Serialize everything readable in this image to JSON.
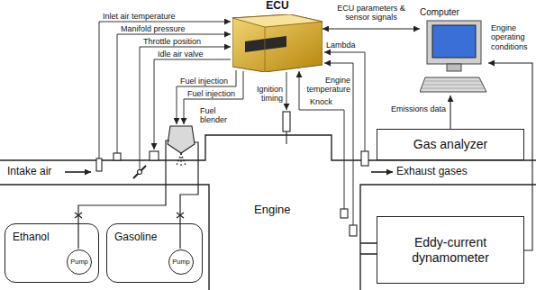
{
  "diagram": {
    "nodes": [
      {
        "text": [
          "ECU"
        ]
      },
      {
        "text": [
          "Computer"
        ]
      },
      {
        "text": [
          "Gas analyzer"
        ]
      },
      {
        "text": [
          "Eddy-current dynamometer"
        ]
      },
      {
        "text": [
          "Ethanol"
        ]
      },
      {
        "text": [
          "Pump"
        ],
        "in": 4
      },
      {
        "text": [
          "Gasoline"
        ]
      },
      {
        "text": [
          "Pump"
        ],
        "in": 6
      }
    ],
    "edges": [
      {
        "from": 0,
        "to": 1,
        "arrow": "both",
        "label": "ECU parameters & sensor signals"
      },
      {
        "from": 2,
        "to": 1,
        "arrow": "to",
        "label": "Emissions data"
      },
      {
        "from": 3,
        "to": 1,
        "arrow": "to",
        "label": "Engine operating conditions"
      }
    ],
    "labels": [
      "Inlet air temperature",
      "Manifold pressure",
      "Throttle position",
      "Idle air valve",
      "Fuel injection",
      "Fuel injection",
      "Fuel blender",
      "Ignition timing",
      "Lambda",
      "Engine temperature",
      "Knock",
      "Intake air",
      "Exhaust gases",
      "Engine"
    ]
  }
}
